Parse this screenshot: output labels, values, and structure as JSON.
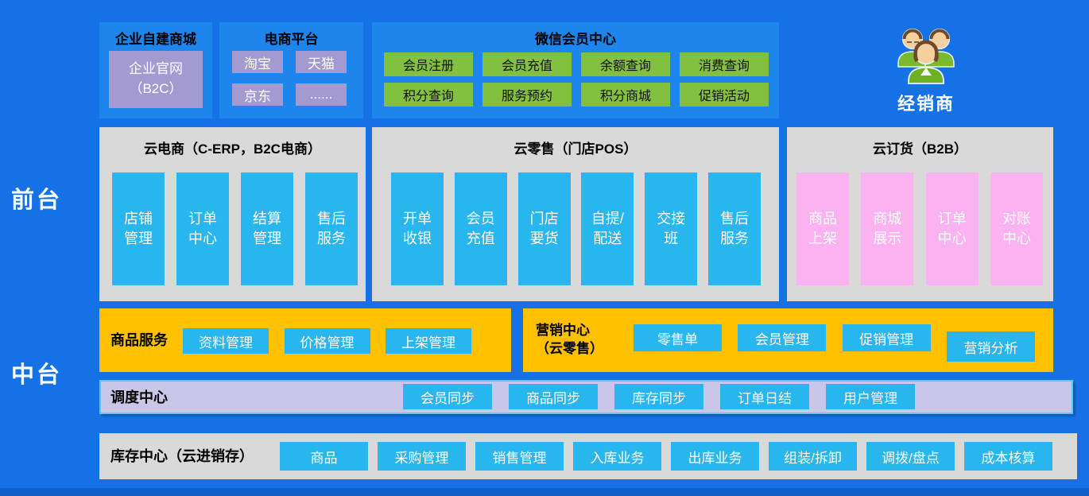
{
  "labels": {
    "front": "前台",
    "middle": "中台"
  },
  "colors": {
    "background": "#1771e6",
    "panel_blue": "#1c86ec",
    "panel_gray": "#d9d9d9",
    "accent_orange": "#ffc000",
    "accent_lavender": "#c9c6e8",
    "button_cyan": "#29b5ee",
    "button_green": "#83bf41",
    "button_purple": "#a29ad0",
    "pillar_pink": "#fbb2f0",
    "bottom_strip": "#115dc9"
  },
  "top_row": {
    "self_mall": {
      "title": "企业自建商城",
      "button": "企业官网（B2C）"
    },
    "platforms": {
      "title": "电商平台",
      "buttons": [
        "淘宝",
        "天猫",
        "京东",
        "......"
      ]
    },
    "wechat": {
      "title": "微信会员中心",
      "buttons": [
        "会员注册",
        "会员充值",
        "余额查询",
        "消费查询",
        "积分查询",
        "服务预约",
        "积分商城",
        "促销活动"
      ]
    },
    "distributor": {
      "icon": "people-group-icon",
      "label": "经销商"
    }
  },
  "front": {
    "cloud_ecommerce": {
      "title": "云电商（C-ERP，B2C电商）",
      "pillars": [
        "店铺管理",
        "订单中心",
        "结算管理",
        "售后服务"
      ]
    },
    "cloud_retail": {
      "title": "云零售（门店POS）",
      "pillars": [
        "开单收银",
        "会员充值",
        "门店要货",
        "自提/配送",
        "交接班",
        "售后服务"
      ]
    },
    "cloud_ordering": {
      "title": "云订货（B2B）",
      "pillars": [
        "商品上架",
        "商城展示",
        "订单中心",
        "对账中心"
      ]
    }
  },
  "middle": {
    "product_service": {
      "title": "商品服务",
      "buttons": [
        "资料管理",
        "价格管理",
        "上架管理"
      ]
    },
    "marketing_center": {
      "title_line1": "营销中心",
      "title_line2": "（云零售）",
      "buttons": [
        "零售单",
        "会员管理",
        "促销管理",
        "营销分析"
      ]
    }
  },
  "dispatch": {
    "title": "调度中心",
    "buttons": [
      "会员同步",
      "商品同步",
      "库存同步",
      "订单日结",
      "用户管理"
    ]
  },
  "inventory": {
    "title": "库存中心（云进销存）",
    "buttons": [
      "商品",
      "采购管理",
      "销售管理",
      "入库业务",
      "出库业务",
      "组装/拆卸",
      "调拨/盘点",
      "成本核算"
    ]
  }
}
